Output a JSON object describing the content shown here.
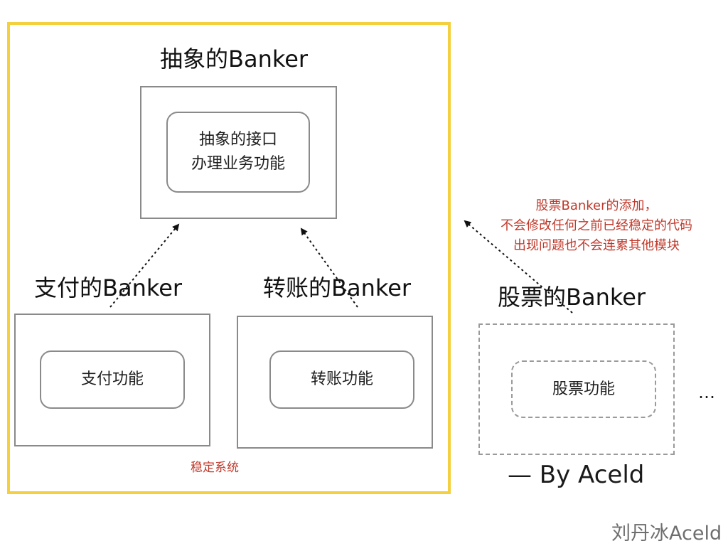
{
  "abstract_banker": {
    "title": "抽象的Banker",
    "inner_line1": "抽象的接口",
    "inner_line2": "办理业务功能"
  },
  "payment_banker": {
    "title": "支付的Banker",
    "inner": "支付功能"
  },
  "transfer_banker": {
    "title": "转账的Banker",
    "inner": "转账功能"
  },
  "stock_banker": {
    "title": "股票的Banker",
    "inner": "股票功能"
  },
  "stable_system_label": "稳定系统",
  "note": {
    "line1": "股票Banker的添加，",
    "line2": "不会修改任何之前已经稳定的代码",
    "line3": "出现问题也不会连累其他模块"
  },
  "ellipsis": "…",
  "byline": "— By Aceld",
  "watermark": "刘丹冰Aceld",
  "colors": {
    "stable_frame": "#f4d03f",
    "note_text": "#c0392b",
    "box_border": "#8a8a8a"
  }
}
